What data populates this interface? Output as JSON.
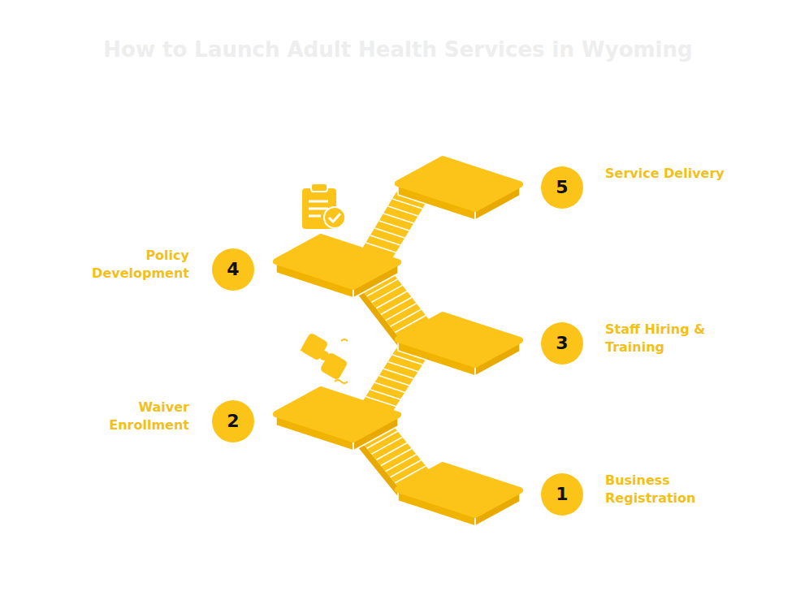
{
  "diagram": {
    "title": "How to Launch Adult Health Services in Wyoming",
    "nodes": [
      {
        "text": [
          "1",
          "Business Registration"
        ]
      },
      {
        "text": [
          "2",
          "Waiver Enrollment"
        ]
      },
      {
        "text": [
          "3",
          "Staff Hiring & Training"
        ]
      },
      {
        "text": [
          "4",
          "Policy Development"
        ]
      },
      {
        "text": [
          "5",
          "Service Delivery"
        ]
      }
    ]
  }
}
